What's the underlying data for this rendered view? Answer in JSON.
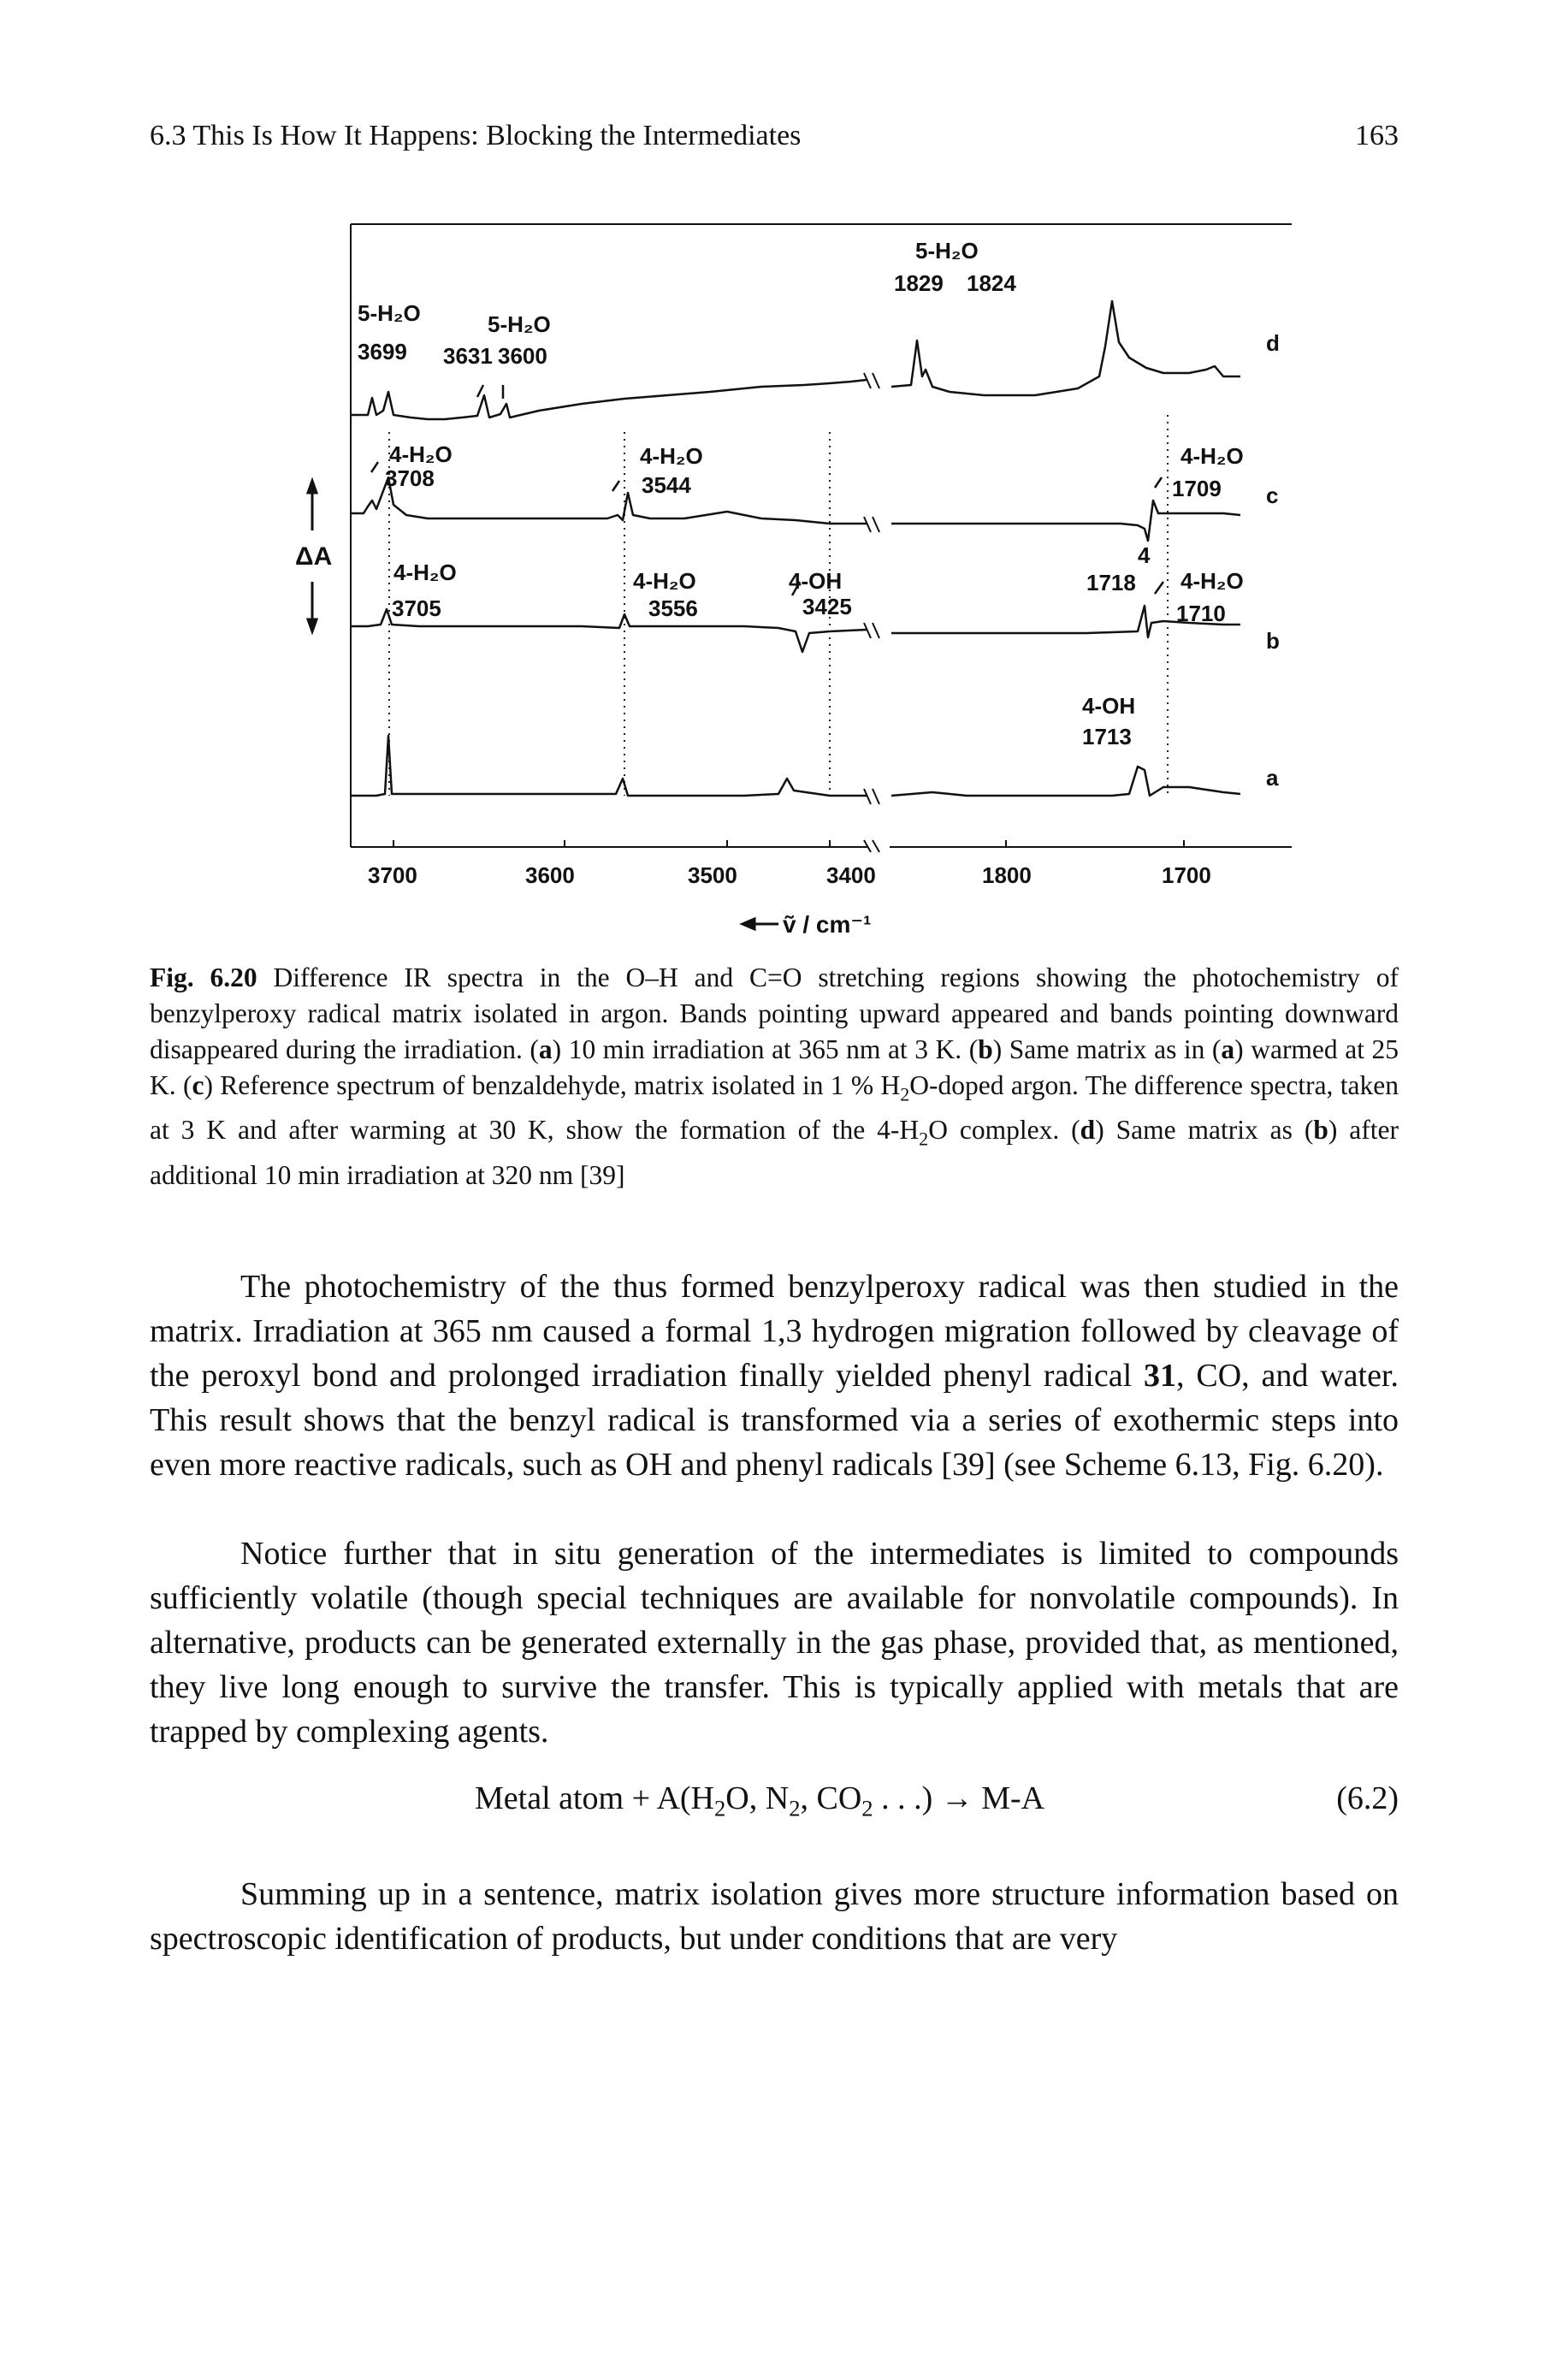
{
  "header": {
    "running_title": "6.3  This Is How It Happens: Blocking the Intermediates",
    "page_number": "163"
  },
  "figure": {
    "x_ticks": [
      "3700",
      "3600",
      "3500",
      "3400",
      "1800",
      "1700"
    ],
    "x_axis_label": "ṽ / cm⁻¹",
    "y_axis_label": "ΔA",
    "trace_labels": [
      "d",
      "c",
      "b",
      "a"
    ],
    "annotations": {
      "d_5h2o_a": "5-H₂O",
      "d_3699": "3699",
      "d_3631": "3631",
      "d_5h2o_b": "5-H₂O",
      "d_3600": "3600",
      "d_5h2o_c": "5-H₂O",
      "d_1829": "1829",
      "d_1824": "1824",
      "c_4h2o_a": "4-H₂O",
      "c_3708": "3708",
      "c_4h2o_b": "4-H₂O",
      "c_3544": "3544",
      "c_4h2o_c": "4-H₂O",
      "c_1709": "1709",
      "b_4h2o_a": "4-H₂O",
      "b_3705": "3705",
      "b_4h2o_b": "4-H₂O",
      "b_3556": "3556",
      "b_4oh": "4-OH",
      "b_3425": "3425",
      "b_4": "4",
      "b_1718": "1718",
      "b_4h2o_c": "4-H₂O",
      "b_1710": "1710",
      "a_4oh": "4-OH",
      "a_1713": "1713"
    }
  },
  "caption": {
    "label": "Fig. 6.20",
    "text_1": " Difference IR spectra in the O–H and C=O stretching regions showing the photochemistry of benzylperoxy radical matrix isolated in argon. Bands pointing upward appeared and bands pointing downward disappeared during the irradiation. (",
    "a1": "a",
    "text_2": ") 10 min irradiation at 365 nm at 3 K. (",
    "b1": "b",
    "text_3": ") Same matrix as in (",
    "a2": "a",
    "text_4": ") warmed at 25 K. (",
    "c1": "c",
    "text_5": ") Reference spectrum of benzaldehyde, matrix isolated in 1 % H",
    "sub1": "2",
    "text_6": "O-doped argon. The difference spectra, taken at 3 K and after warming at 30 K, show the formation of the 4-H",
    "sub2": "2",
    "text_7": "O complex. (",
    "d1": "d",
    "text_8": ") Same matrix as (",
    "b2": "b",
    "text_9": ") after additional 10 min irradiation at 320 nm [39]"
  },
  "paragraphs": {
    "p1_a": "The photochemistry of the thus formed benzylperoxy radical was then studied in the matrix. Irradiation at 365 nm caused a formal 1,3 hydrogen migration followed by cleavage of the peroxyl bond and prolonged irradiation finally yielded phenyl radical ",
    "p1_bold": "31",
    "p1_b": ", CO, and water. This result shows that the benzyl radical is transformed via a series of exothermic steps into even more reactive radicals, such as OH and phenyl radicals [39] (see Scheme 6.13, Fig. 6.20).",
    "p2": "Notice further that in situ generation of the intermediates is limited to compounds sufficiently volatile (though special techniques are available for nonvolatile compounds). In alternative, products can be generated externally in the gas phase, provided that, as mentioned, they live long enough to survive the transfer. This is typically applied with metals that are trapped by complexing agents.",
    "p3": "Summing up in a sentence, matrix isolation gives more structure information based on spectroscopic identification of products, but under conditions that are very"
  },
  "equation": {
    "lhs": "Metal atom + A(H",
    "s1": "2",
    "mid1": "O, N",
    "s2": "2",
    "mid2": ", CO",
    "s3": "2",
    "rhs": " . . .) → M-A",
    "number": "(6.2)"
  }
}
